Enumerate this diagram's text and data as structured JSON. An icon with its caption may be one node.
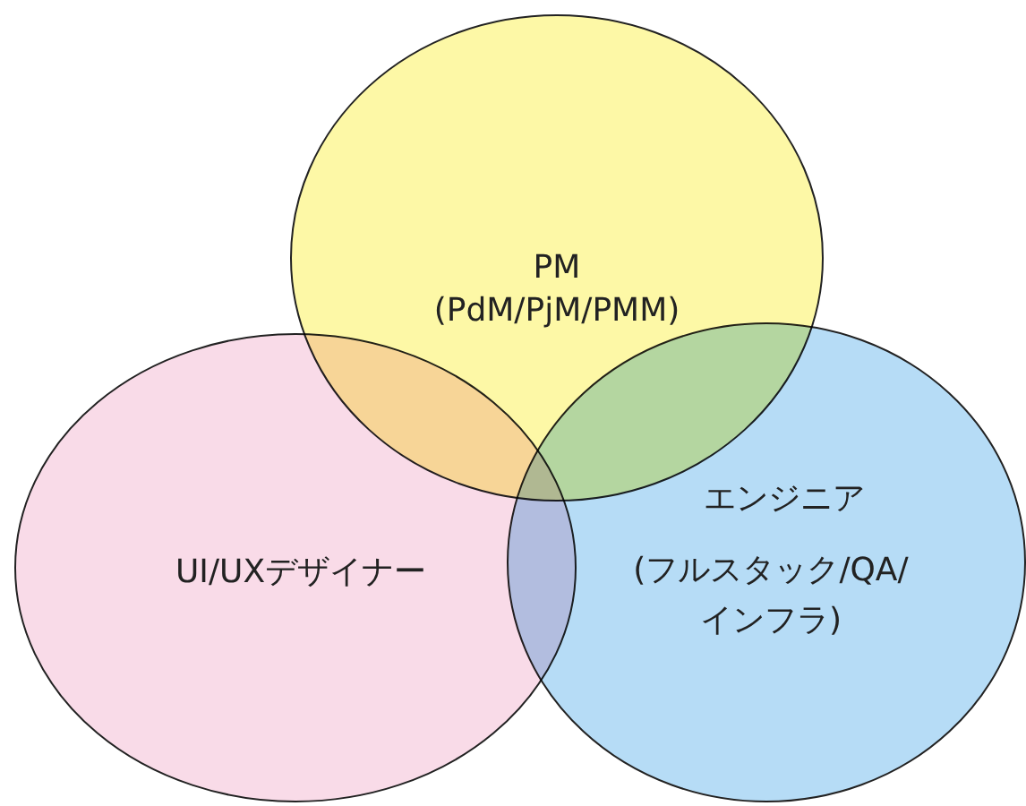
{
  "diagram": {
    "nodes": [
      {
        "text": [
          "PM",
          "(PdM/PjM/PMM)"
        ]
      },
      {
        "text": [
          "UI/UXデザイナー"
        ]
      },
      {
        "text": [
          "エンジニア",
          "(フルスタック/QA/インフラ)"
        ]
      }
    ]
  }
}
